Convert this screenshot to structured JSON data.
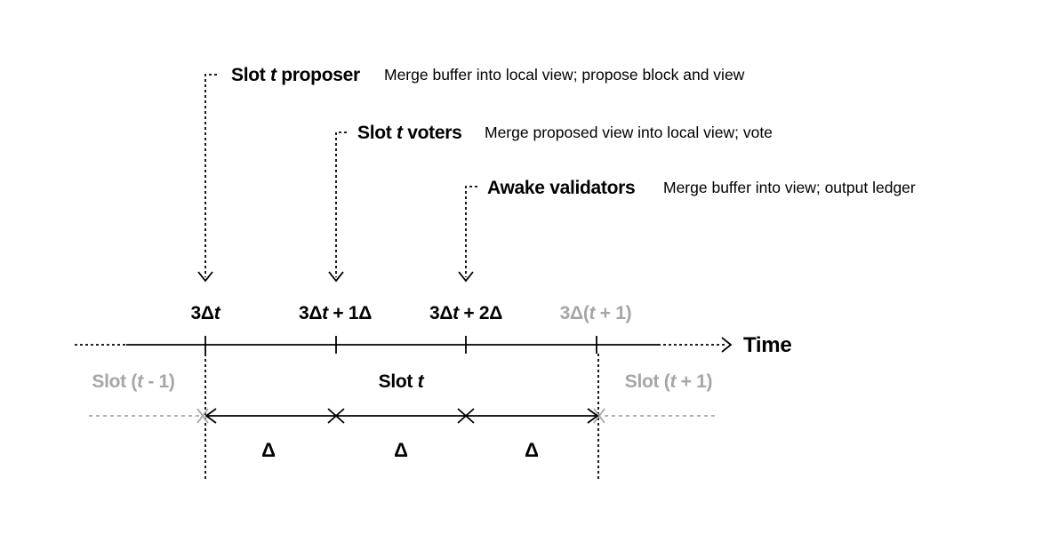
{
  "annotations": [
    {
      "title_pre": "Slot ",
      "title_var": "t",
      "title_post": " proposer",
      "desc": "Merge buffer into local view; propose block and view"
    },
    {
      "title_pre": "Slot ",
      "title_var": "t",
      "title_post": " voters",
      "desc": "Merge proposed view into local view; vote"
    },
    {
      "title_pre": "",
      "title_var": "",
      "title_post": "Awake validators",
      "desc": "Merge buffer into view; output ledger"
    }
  ],
  "ticks": [
    {
      "pre": "3Δ",
      "var": "t",
      "post": ""
    },
    {
      "pre": "3Δ",
      "var": "t",
      "post": " + 1Δ"
    },
    {
      "pre": "3Δ",
      "var": "t",
      "post": " + 2Δ"
    },
    {
      "pre": "3Δ(",
      "var": "t",
      "post": " + 1)"
    }
  ],
  "axis_label": "Time",
  "slots": {
    "prev": {
      "pre": "Slot (",
      "var": "t",
      "post": " - 1)"
    },
    "current": {
      "pre": "Slot ",
      "var": "t",
      "post": ""
    },
    "next": {
      "pre": "Slot (",
      "var": "t",
      "post": " + 1)"
    }
  },
  "interval_label": "Δ",
  "colors": {
    "ink": "#000000",
    "muted": "#a6a6a6"
  }
}
